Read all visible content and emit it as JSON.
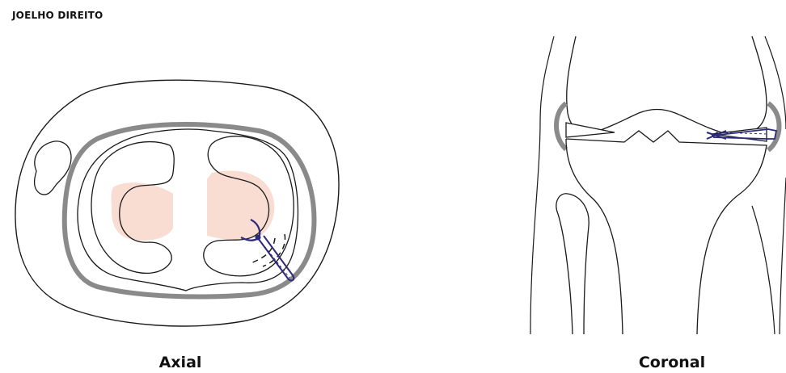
{
  "header": {
    "title": "JOELHO DIREITO"
  },
  "figures": [
    {
      "caption": "Axial"
    },
    {
      "caption": "Coronal"
    }
  ],
  "colors": {
    "outline": "#1a1a1a",
    "capsule": "#8a8a8a",
    "cartilage": "#f9ddd2",
    "suture": "#2e2a7a"
  },
  "icons": [
    "suture-needle-icon",
    "suture-knot-icon"
  ]
}
